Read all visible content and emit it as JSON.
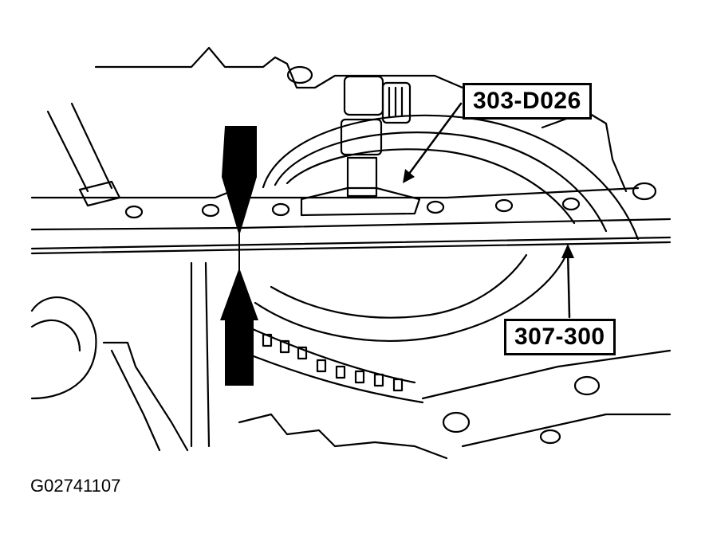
{
  "callouts": {
    "tool_a": "303-D026",
    "tool_b": "307-300"
  },
  "figure_id": "G02741107",
  "colors": {
    "ink": "#000000",
    "paper": "#ffffff"
  }
}
